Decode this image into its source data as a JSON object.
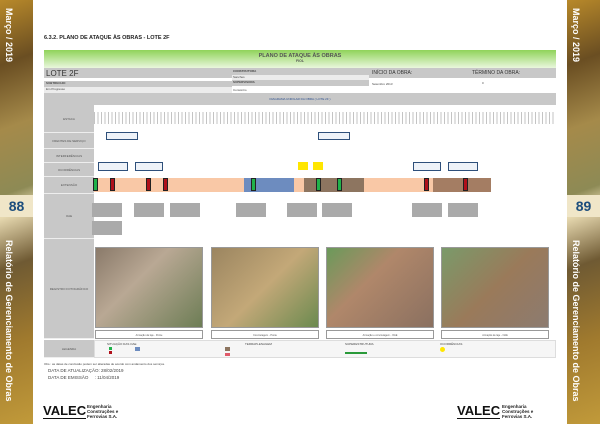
{
  "sidebar": {
    "date": "Março / 2019",
    "title": "Relatório de Gerenciamento de Obras",
    "page_left": "88",
    "page_right": "89"
  },
  "section_title": "6.3.2.   PLANO DE ATAQUE ÀS OBRAS - LOTE 2F",
  "plan": {
    "title": "PLANO DE ATAQUE ÀS OBRAS",
    "subtitle": "FIOL",
    "lote": "LOTE 2F",
    "construtora_label": "CONSTRUTORA",
    "construtora_value": "Sanches",
    "subtrecho_label": "SUBTRECHO:",
    "subtrecho_value": "Em Progresso",
    "supervisora_label": "SUPERVISORA",
    "supervisora_value": "Consórcio",
    "inicio_label": "INÍCIO DA OBRA:",
    "inicio_value": "Setembro 2013",
    "termino_label": "TÉRMINO DA OBRA:",
    "termino_value": "0",
    "diagram_title": "DIAGRAMA UNIFILAR DA OBRA ( LOTE 2F )"
  },
  "rows": [
    "ESTACA",
    "FRENTES DE SERVIÇO",
    "INTERFERÊNCIAS",
    "OCORRÊNCIAS",
    "EXTENSÃO",
    "OAE",
    "REGISTRO FOTOGRÁFICO",
    "LEGENDA"
  ],
  "photo_captions": [
    "Armação da laje - Ponte",
    "Concretagem - Ponte",
    "Armação e concretagem - OAE",
    "Armação de laje - OAE"
  ],
  "legend": {
    "groups": [
      "SITUAÇÃO DAS OAE",
      "TERRAPLENAGEM",
      "SUPERESTRUTURA",
      "OCORRÊNCIAS"
    ]
  },
  "notes": {
    "note": "Obs.: as datas de conclusão podem ser alteradas de acordo com andamento dos serviços.",
    "update_label": "DATA DE ATUALIZAÇÃO:",
    "update_value": "28/02/2019",
    "emission_label": "DATA DE EMISSÃO",
    "emission_value": ": 11/04/2019"
  },
  "footer": {
    "logo": "VALEC",
    "company": "Engenharia Construções e Ferrovias S.A."
  }
}
